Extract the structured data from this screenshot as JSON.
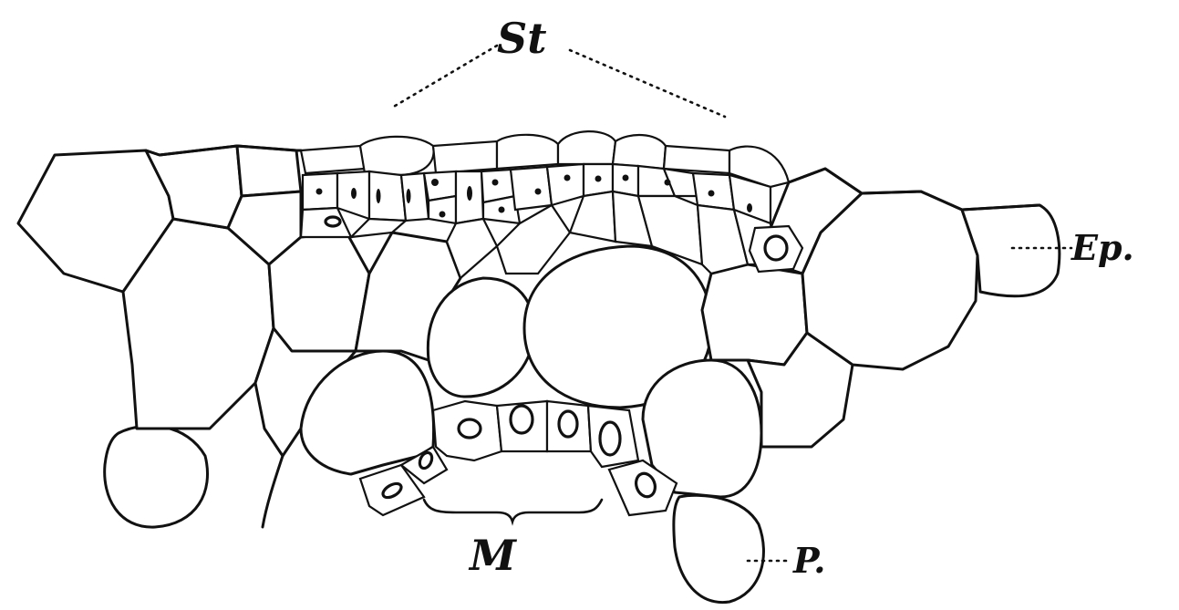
{
  "labels": {
    "stomata": "St",
    "epidermis": "Ep.",
    "mestome": "M",
    "parenchyma": "P."
  }
}
